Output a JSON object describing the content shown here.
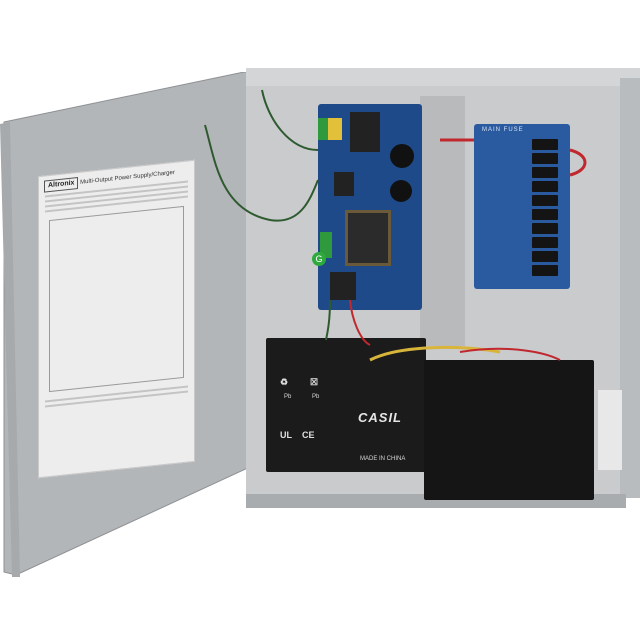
{
  "scene": {
    "subject": "Open metal power supply enclosure with circuit boards and two backup batteries",
    "background_color": "#ffffff",
    "enclosure_color": "#c9cbcd"
  },
  "door_label": {
    "brand": "Altronix",
    "heading": "Multi-Output Power Supply/Charger"
  },
  "fuse_board": {
    "title": "MAIN FUSE"
  },
  "power_board": {
    "ground_marker": "G"
  },
  "battery_left": {
    "brand": "CASIL",
    "pb_label_1": "Pb",
    "pb_label_2": "Pb",
    "ul_mark": "UL",
    "ce_mark": "CE",
    "made_in": "MADE IN CHINA"
  }
}
